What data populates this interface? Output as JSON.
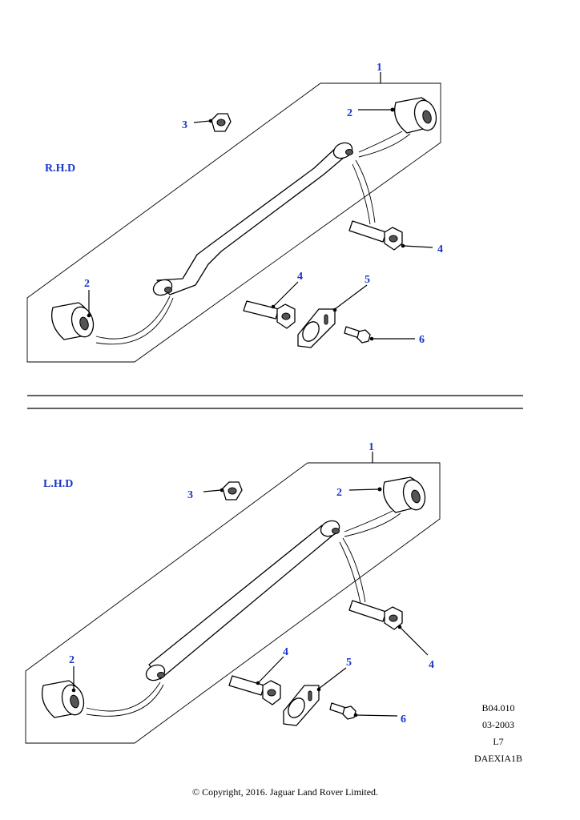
{
  "diagram": {
    "sections": [
      {
        "label": "R.H.D",
        "callouts": {
          "c1": "1",
          "c2a": "2",
          "c2b": "2",
          "c3": "3",
          "c4a": "4",
          "c4b": "4",
          "c5": "5",
          "c6": "6"
        }
      },
      {
        "label": "L.H.D",
        "callouts": {
          "c1": "1",
          "c2a": "2",
          "c2b": "2",
          "c3": "3",
          "c4a": "4",
          "c4b": "4",
          "c5": "5",
          "c6": "6"
        }
      }
    ],
    "reference": {
      "code": "B04.010",
      "date": "03-2003",
      "level": "L7",
      "id": "DAEXIA1B"
    },
    "copyright": "© Copyright, 2016. Jaguar Land Rover Limited."
  }
}
